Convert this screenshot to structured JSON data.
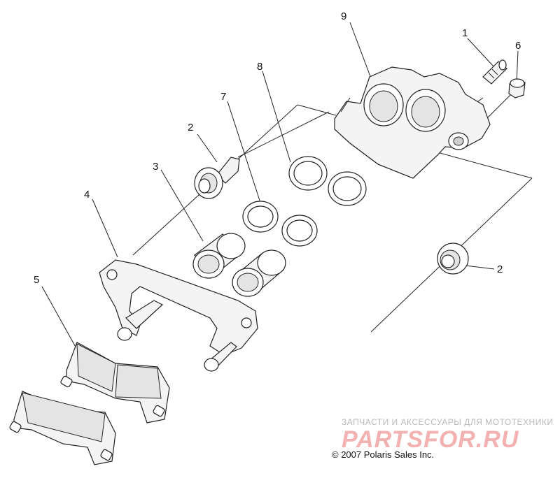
{
  "callouts": {
    "c1": "1",
    "c2a": "2",
    "c2b": "2",
    "c3": "3",
    "c4": "4",
    "c5": "5",
    "c6": "6",
    "c7": "7",
    "c8": "8",
    "c9": "9"
  },
  "watermark": {
    "tagline": "ЗАПЧАСТИ И АКСЕССУАРЫ ДЛЯ МОТОТЕХНИКИ",
    "logo": "PARTSFOR.RU",
    "logo_color": "#f3b1b1"
  },
  "copyright": "© 2007 Polaris Sales Inc."
}
